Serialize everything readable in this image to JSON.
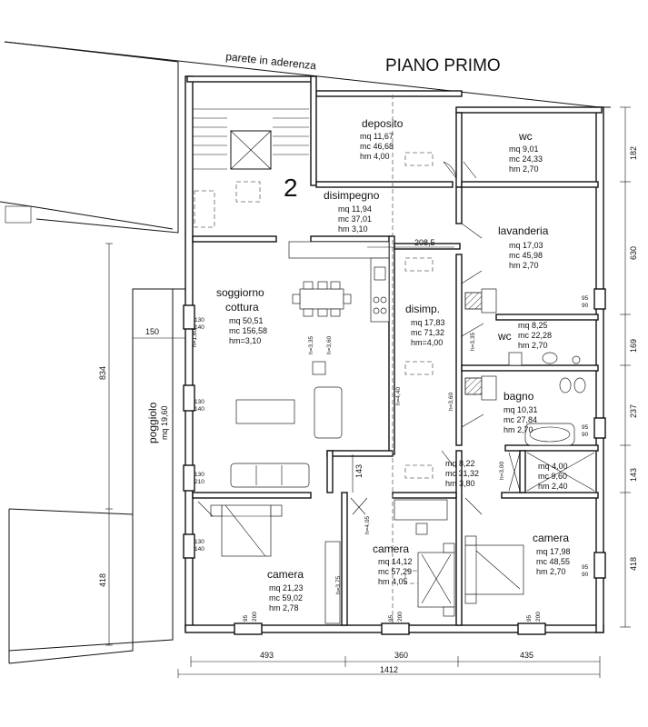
{
  "title": "PIANO PRIMO",
  "adjacent_wall": "parete in aderenza",
  "stair_number": "2",
  "rooms": {
    "deposito": {
      "name": "deposito",
      "mq": "mq 11,67",
      "mc": "mc 46,68",
      "hm": "hm 4,00"
    },
    "wc1": {
      "name": "wc",
      "mq": "mq 9,01",
      "mc": "mc 24,33",
      "hm": "hm 2,70"
    },
    "disimpegno": {
      "name": "disimpegno",
      "mq": "mq 11,94",
      "mc": "mc 37,01",
      "hm": "hm 3,10"
    },
    "lavanderia": {
      "name": "lavanderia",
      "mq": "mq 17,03",
      "mc": "mc 45,98",
      "hm": "hm 2,70"
    },
    "soggiorno": {
      "name1": "soggiorno",
      "name2": "cottura",
      "mq": "mq 50,51",
      "mc": "mc 156,58",
      "hm": "hm=3,10"
    },
    "disimp2": {
      "name": "disimp.",
      "mq": "mq 17,83",
      "mc": "mc 71,32",
      "hm": "hm=4,00"
    },
    "wc2": {
      "name": "wc",
      "mq": "mq 8,25",
      "mc": "mc 22,28",
      "hm": "hm 2,70"
    },
    "bagno": {
      "name": "bagno",
      "mq": "mq 10,31",
      "mc": "mc 27,84",
      "hm": "hm 2,70"
    },
    "poggiolo": {
      "name": "poggiolo",
      "mq": "mq 19,60"
    },
    "hall": {
      "mq": "mq 8,22",
      "mc": "mc 31,32",
      "hm": "hm 3,80"
    },
    "closet": {
      "mq": "mq 4,00",
      "mc": "mc 9,60",
      "hm": "hm 2,40"
    },
    "camera1": {
      "name": "camera",
      "mq": "mq 21,23",
      "mc": "mc 59,02",
      "hm": "hm 2,78"
    },
    "camera2": {
      "name": "camera",
      "mq": "mq 14,12",
      "mc": "mc 57,29",
      "hm": "hm 4,05"
    },
    "camera3": {
      "name": "camera",
      "mq": "mq 17,98",
      "mc": "mc 48,55",
      "hm": "hm 2,70"
    }
  },
  "dimensions": {
    "bottom": [
      "493",
      "360",
      "435"
    ],
    "total": "1412",
    "right": [
      "182",
      "630",
      "169",
      "237",
      "143",
      "418"
    ],
    "left": [
      "834",
      "418"
    ],
    "inner_208": "208,5",
    "inner_143": "143",
    "balcony_150": "150"
  },
  "openings": {
    "w130_140": "130",
    "w140": "140",
    "w210": "210",
    "w95": "95",
    "w90": "90",
    "w200": "200"
  },
  "heights": {
    "h180": "h=1,80",
    "h335": "h=3,35",
    "h360a": "h=3,60",
    "h440": "h=4,40",
    "h360b": "h=3,60",
    "h335b": "h=3,35",
    "h405": "h=4,05",
    "h375": "h=3,75",
    "h300": "h=3,00"
  }
}
